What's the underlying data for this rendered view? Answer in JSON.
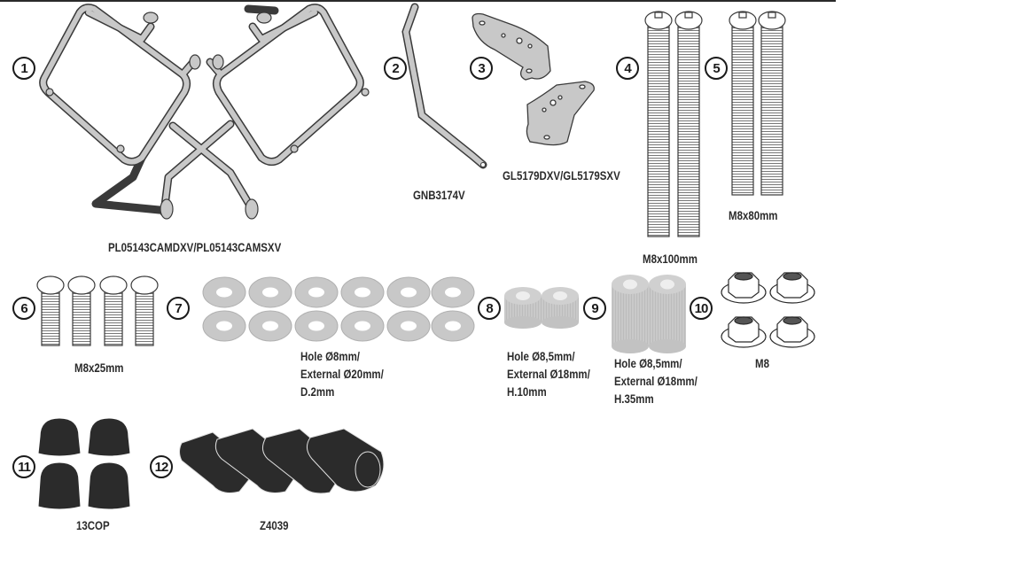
{
  "title": "Mounting kit parts list",
  "parts": [
    {
      "number": "1",
      "code": "PL05143CAMDXV/PL05143CAMSXV",
      "description": "Side pannier holder frames (right/left)"
    },
    {
      "number": "2",
      "code": "GNB3174V",
      "description": "Bracket bar"
    },
    {
      "number": "3",
      "code": "GL5179DXV/GL5179SXV",
      "description": "Mounting plates (right/left)"
    },
    {
      "number": "4",
      "code": "M8x100mm",
      "description": "Screws",
      "quantity": 2
    },
    {
      "number": "5",
      "code": "M8x80mm",
      "description": "Screws",
      "quantity": 2
    },
    {
      "number": "6",
      "code": "M8x25mm",
      "description": "Screws",
      "quantity": 4
    },
    {
      "number": "7",
      "code": "",
      "spec_lines": [
        "Hole Ø8mm/",
        "External Ø20mm/",
        "D.2mm"
      ],
      "description": "Washers",
      "quantity": 12
    },
    {
      "number": "8",
      "code": "",
      "spec_lines": [
        "Hole Ø8,5mm/",
        "External Ø18mm/",
        "H.10mm"
      ],
      "description": "Spacers",
      "quantity": 2
    },
    {
      "number": "9",
      "code": "",
      "spec_lines": [
        "Hole Ø8,5mm/",
        "External Ø18mm/",
        "H.35mm"
      ],
      "description": "Spacers",
      "quantity": 2
    },
    {
      "number": "10",
      "code": "M8",
      "description": "Flanged nuts",
      "quantity": 4
    },
    {
      "number": "11",
      "code": "13COP",
      "description": "Nut caps",
      "quantity": 4
    },
    {
      "number": "12",
      "code": "Z4039",
      "description": "Rubber sleeves",
      "quantity": 4
    }
  ],
  "colors": {
    "metal": "#c8c8c8",
    "outline": "#3a3a3a",
    "rubber": "#2b2b2b",
    "line": "#2a2a2a"
  }
}
